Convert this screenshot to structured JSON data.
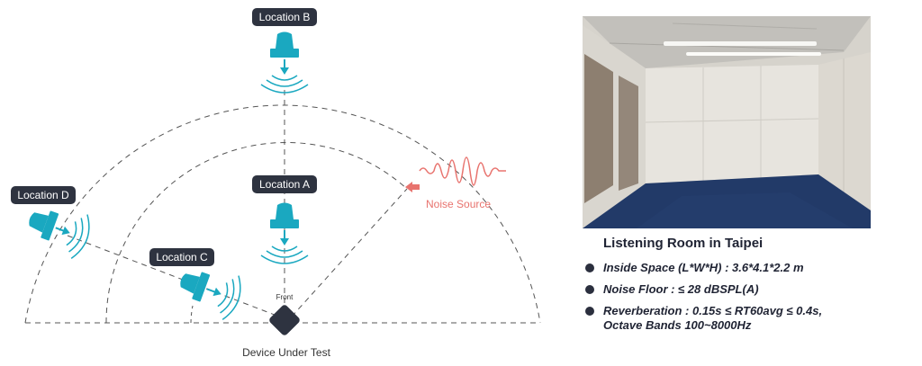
{
  "diagram": {
    "locations": {
      "a": "Location A",
      "b": "Location B",
      "c": "Location C",
      "d": "Location D"
    },
    "device_label": "Device Under Test",
    "front_label": "Front",
    "noise_label": "Noise Source",
    "colors": {
      "speaker": "#1aa8c0",
      "label_bg": "#2e3340",
      "noise": "#e8736e",
      "dashed": "#555555",
      "device": "#2e3340"
    }
  },
  "info": {
    "title": "Listening Room in Taipei",
    "items": [
      "Inside Space (L*W*H) : 3.6*4.1*2.2 m",
      "Noise Floor : ≤ 28 dBSPL(A)",
      "Reverberation : 0.15s ≤ RT60avg ≤ 0.4s,",
      "Octave Bands 100~8000Hz"
    ]
  }
}
